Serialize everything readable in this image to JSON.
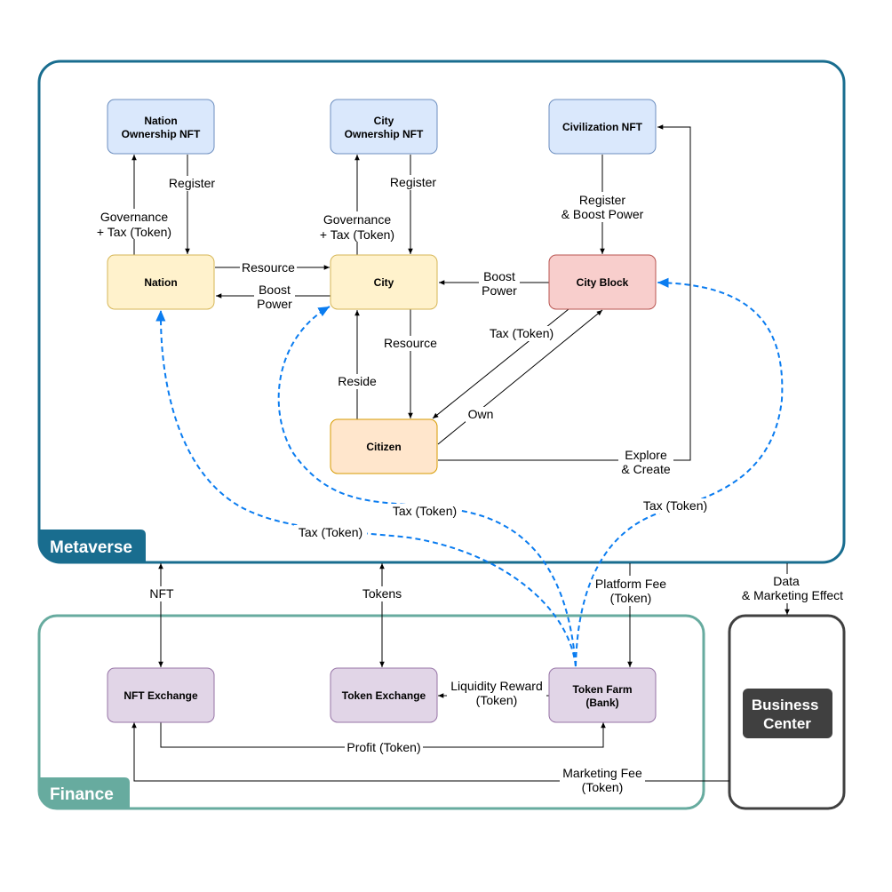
{
  "sections": {
    "metaverse": "Metaverse",
    "finance": "Finance",
    "business_center": [
      "Business",
      "Center"
    ]
  },
  "nodes": {
    "nation_nft": [
      "Nation",
      "Ownership NFT"
    ],
    "city_nft": [
      "City",
      "Ownership NFT"
    ],
    "civ_nft": [
      "Civilization NFT"
    ],
    "nation": [
      "Nation"
    ],
    "city": [
      "City"
    ],
    "city_block": [
      "City Block"
    ],
    "citizen": [
      "Citizen"
    ],
    "nft_exchange": [
      "NFT Exchange"
    ],
    "token_exchange": [
      "Token Exchange"
    ],
    "token_farm": [
      "Token Farm",
      "(Bank)"
    ]
  },
  "edge_labels": {
    "nation_register": [
      "Register"
    ],
    "nation_governance": [
      "Governance",
      "+ Tax (Token)"
    ],
    "city_register": [
      "Register"
    ],
    "city_governance": [
      "Governance",
      "+ Tax (Token)"
    ],
    "civ_register": [
      "Register",
      "& Boost Power"
    ],
    "resource_nation_city": [
      "Resource"
    ],
    "boost_city_nation": [
      "Boost",
      "Power"
    ],
    "boost_block_city": [
      "Boost",
      "Power"
    ],
    "tax_block_citizen": [
      "Tax (Token)"
    ],
    "own": [
      "Own"
    ],
    "resource_city_citizen": [
      "Resource"
    ],
    "reside": [
      "Reside"
    ],
    "explore": [
      "Explore",
      "& Create"
    ],
    "tax_to_city": [
      "Tax (Token)"
    ],
    "tax_to_nation": [
      "Tax (Token)"
    ],
    "tax_to_block": [
      "Tax (Token)"
    ],
    "nft": [
      "NFT"
    ],
    "tokens": [
      "Tokens"
    ],
    "platform_fee": [
      "Platform Fee",
      "(Token)"
    ],
    "data_marketing": [
      "Data",
      "& Marketing Effect"
    ],
    "liquidity": [
      "Liquidity Reward",
      "(Token)"
    ],
    "profit": [
      "Profit (Token)"
    ],
    "marketing_fee": [
      "Marketing Fee",
      "(Token)"
    ]
  },
  "colors": {
    "metaverse_border": "#196d8f",
    "finance_border": "#67ab9f",
    "business_border": "#404040",
    "blue_fill": "#dae8fc",
    "blue_stroke": "#6c8ebf",
    "yellow_fill": "#fff2cc",
    "yellow_stroke": "#d6b656",
    "red_fill": "#f8cecc",
    "red_stroke": "#b85450",
    "orange_fill": "#ffe6cc",
    "orange_stroke": "#d79b00",
    "purple_fill": "#e1d5e7",
    "purple_stroke": "#9673a6",
    "dashed_arrow": "#0a7cf0"
  }
}
